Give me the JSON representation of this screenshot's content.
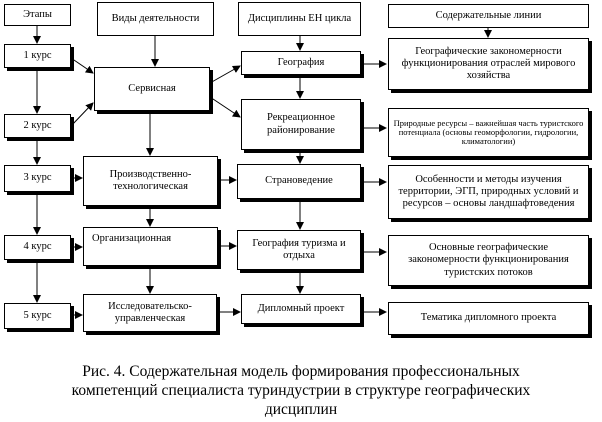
{
  "headers": {
    "stages": "Этапы",
    "activities": "Виды деятельности",
    "disciplines": "Дисциплины ЕН цикла",
    "content_lines": "Содержательные линии"
  },
  "stages": [
    "1 курс",
    "2 курс",
    "3 курс",
    "4 курс",
    "5 курс"
  ],
  "activities": {
    "service": "Сервисная",
    "production": "Производственно-технологическая",
    "organizational": "Организационная",
    "research": "Исследовательско-управленческая"
  },
  "disciplines": [
    "География",
    "Рекреационное районирование",
    "Страноведение",
    "География туризма и отдыха",
    "Дипломный проект"
  ],
  "content_lines": [
    "Географические закономерности функционирования отраслей мирового хозяйства",
    "Природные ресурсы – важнейшая часть туристского потенциала (основы геоморфологии, гидрологии, климатологии)",
    "Особенности и методы изучения территории, ЭГП, природных условий и ресурсов – основы ландшафтоведения",
    "Основные географические закономерности функционирования туристских потоков",
    "Тематика дипломного проекта"
  ],
  "caption": "Рис. 4. Содержательная модель формирования профессиональных компетенций специалиста туриндустрии в структуре географических дисциплин"
}
